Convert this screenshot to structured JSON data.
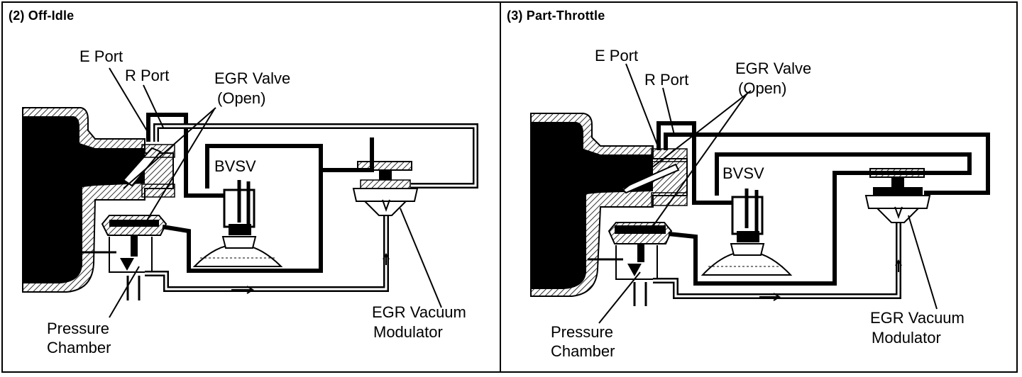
{
  "panels": [
    {
      "title": "(2) Off-Idle",
      "labels": {
        "e_port": "E Port",
        "r_port": "R Port",
        "egr_valve_line1": "EGR Valve",
        "egr_valve_line2": "(Open)",
        "bvsv": "BVSV",
        "pressure_line1": "Pressure",
        "pressure_line2": "Chamber",
        "modulator_line1": "EGR Vacuum",
        "modulator_line2": "Modulator"
      }
    },
    {
      "title": "(3) Part-Throttle",
      "labels": {
        "e_port": "E Port",
        "r_port": "R Port",
        "egr_valve_line1": "EGR Valve",
        "egr_valve_line2": "(Open)",
        "bvsv": "BVSV",
        "pressure_line1": "Pressure",
        "pressure_line2": "Chamber",
        "modulator_line1": "EGR Vacuum",
        "modulator_line2": "Modulator"
      }
    }
  ],
  "colors": {
    "ink": "#000000",
    "paper": "#ffffff"
  }
}
